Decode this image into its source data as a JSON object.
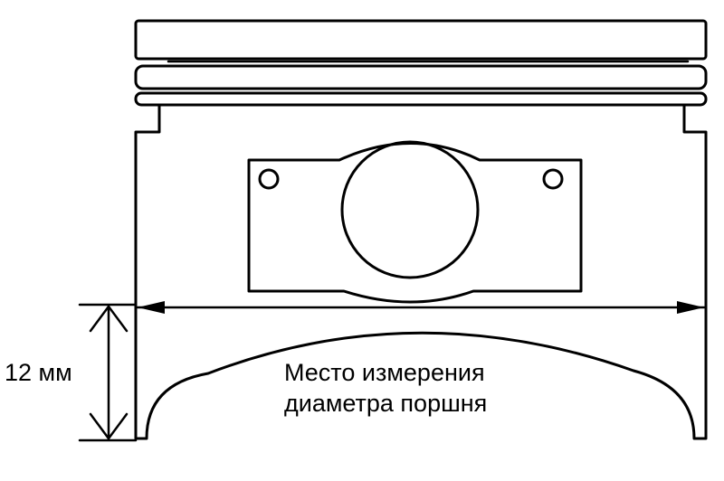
{
  "diagram": {
    "dimension_label": "12 мм",
    "caption_line1": "Место измерения",
    "caption_line2": "диаметра поршня"
  }
}
